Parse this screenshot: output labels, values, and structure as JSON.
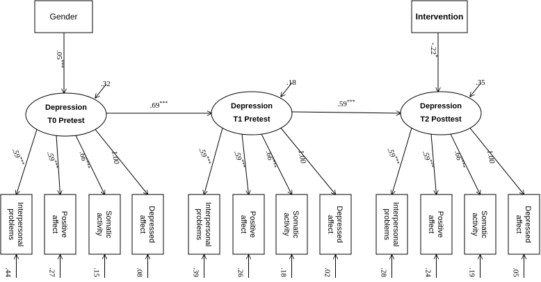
{
  "exogenous": [
    {
      "id": "gender",
      "label": "Gender"
    },
    {
      "id": "intervention",
      "label": "Intervention"
    }
  ],
  "latents": [
    {
      "id": "t0",
      "line1": "Depression",
      "line2": "T0 Pretest",
      "disturbance": ".32"
    },
    {
      "id": "t1",
      "line1": "Depression",
      "line2": "T1 Pretest",
      "disturbance": ".18"
    },
    {
      "id": "t2",
      "line1": "Depression",
      "line2": "T2 Posttest",
      "disturbance": ".35"
    }
  ],
  "exo_paths": [
    {
      "from": "gender",
      "to": "t0",
      "coef": ".05***"
    },
    {
      "from": "intervention",
      "to": "t2",
      "coef": "-.22*"
    }
  ],
  "structural_paths": [
    {
      "from": "t0",
      "to": "t1",
      "coef": ".69***"
    },
    {
      "from": "t1",
      "to": "t2",
      "coef": ".59***"
    }
  ],
  "indicators": [
    {
      "latent": "t0",
      "name": "interpersonal",
      "lines": [
        "Interpersonal",
        "problems"
      ],
      "loading": ".59***",
      "residual": ".44"
    },
    {
      "latent": "t0",
      "name": "positive",
      "lines": [
        "Positive",
        "affect"
      ],
      "loading": ".59***",
      "residual": ".27"
    },
    {
      "latent": "t0",
      "name": "somatic",
      "lines": [
        "Somatic",
        "activity"
      ],
      "loading": ".66***",
      "residual": ".15"
    },
    {
      "latent": "t0",
      "name": "depressed",
      "lines": [
        "Depressed",
        "affect"
      ],
      "loading": "1.00",
      "residual": ".08"
    },
    {
      "latent": "t1",
      "name": "interpersonal",
      "lines": [
        "Interpersonal",
        "problems"
      ],
      "loading": ".59***",
      "residual": ".39"
    },
    {
      "latent": "t1",
      "name": "positive",
      "lines": [
        "Positive",
        "affect"
      ],
      "loading": ".59***",
      "residual": ".26"
    },
    {
      "latent": "t1",
      "name": "somatic",
      "lines": [
        "Somatic",
        "activity"
      ],
      "loading": ".66***",
      "residual": ".18"
    },
    {
      "latent": "t1",
      "name": "depressed",
      "lines": [
        "Depressed",
        "affect"
      ],
      "loading": "1.00",
      "residual": ".02"
    },
    {
      "latent": "t2",
      "name": "interpersonal",
      "lines": [
        "Interpersonal",
        "problems"
      ],
      "loading": ".59***",
      "residual": ".28"
    },
    {
      "latent": "t2",
      "name": "positive",
      "lines": [
        "Positive",
        "affect"
      ],
      "loading": ".59***",
      "residual": ".24"
    },
    {
      "latent": "t2",
      "name": "somatic",
      "lines": [
        "Somatic",
        "activity"
      ],
      "loading": ".66***",
      "residual": ".19"
    },
    {
      "latent": "t2",
      "name": "depressed",
      "lines": [
        "Depressed",
        "affect"
      ],
      "loading": "1.00",
      "residual": ".05"
    }
  ]
}
